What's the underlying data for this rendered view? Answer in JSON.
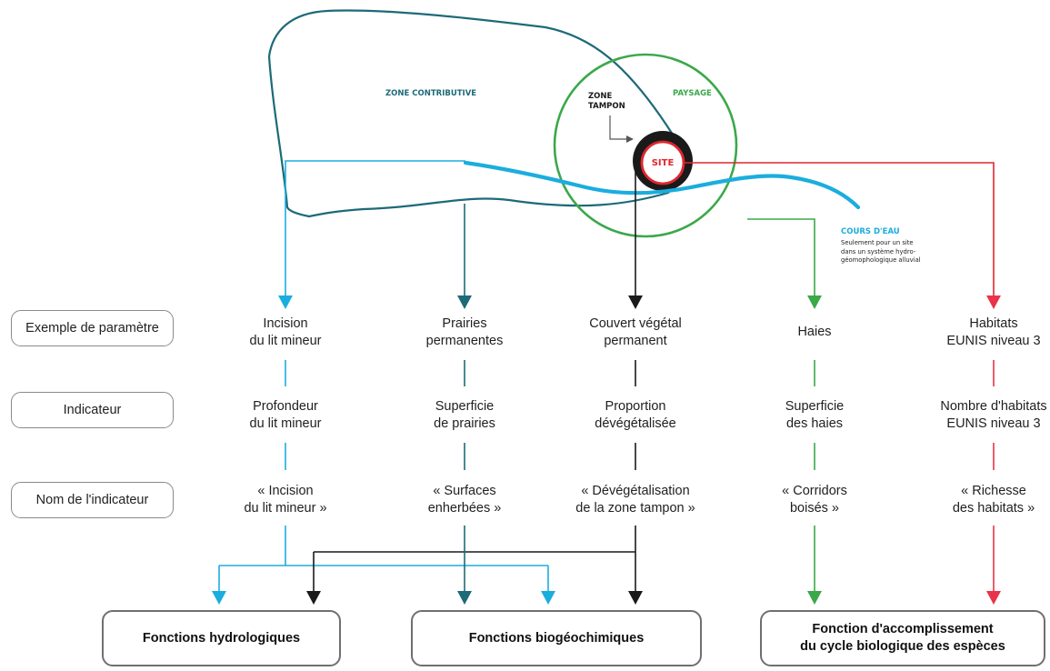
{
  "map": {
    "zone_contributive": "ZONE CONTRIBUTIVE",
    "zone_tampon_1": "ZONE",
    "zone_tampon_2": "TAMPON",
    "paysage": "PAYSAGE",
    "site": "SITE",
    "cours_eau": "COURS D'EAU",
    "cours_eau_note": [
      "Seulement pour un site",
      "dans un système hydro-",
      "géomophologique alluvial"
    ]
  },
  "row_labels": [
    "Exemple de paramètre",
    "Indicateur",
    "Nom de l'indicateur"
  ],
  "columns": [
    {
      "color": "#1badde",
      "param": [
        "Incision",
        "du lit mineur"
      ],
      "indicator": [
        "Profondeur",
        "du lit mineur"
      ],
      "name": [
        "« Incision",
        "du lit mineur »"
      ]
    },
    {
      "color": "#1d6a78",
      "param": [
        "Prairies",
        "permanentes"
      ],
      "indicator": [
        "Superficie",
        "de prairies"
      ],
      "name": [
        "« Surfaces",
        "enherbées »"
      ]
    },
    {
      "color": "#1a1a1a",
      "param": [
        "Couvert végétal",
        "permanent"
      ],
      "indicator": [
        "Proportion",
        "dévégétalisée"
      ],
      "name": [
        "« Dévégétalisation",
        "de la zone tampon »"
      ]
    },
    {
      "color": "#3ba84a",
      "param": [
        "Haies"
      ],
      "indicator": [
        "Superficie",
        "des haies"
      ],
      "name": [
        "« Corridors",
        "boisés »"
      ]
    },
    {
      "color": "#e8334a",
      "param": [
        "Habitats",
        "EUNIS niveau 3"
      ],
      "indicator": [
        "Nombre d'habitats",
        "EUNIS niveau 3"
      ],
      "name": [
        "« Richesse",
        "des habitats »"
      ]
    }
  ],
  "functions": [
    {
      "label": [
        "Fonctions hydrologiques"
      ]
    },
    {
      "label": [
        "Fonctions biogéochimiques"
      ]
    },
    {
      "label": [
        "Fonction d'accomplissement",
        "du cycle biologique des espèces"
      ]
    }
  ],
  "colors": {
    "contributive": "#1d6a78",
    "paysage": "#3ba84a",
    "cours_eau": "#1badde",
    "site": "#e0262f",
    "tampon": "#1a1a1a"
  }
}
